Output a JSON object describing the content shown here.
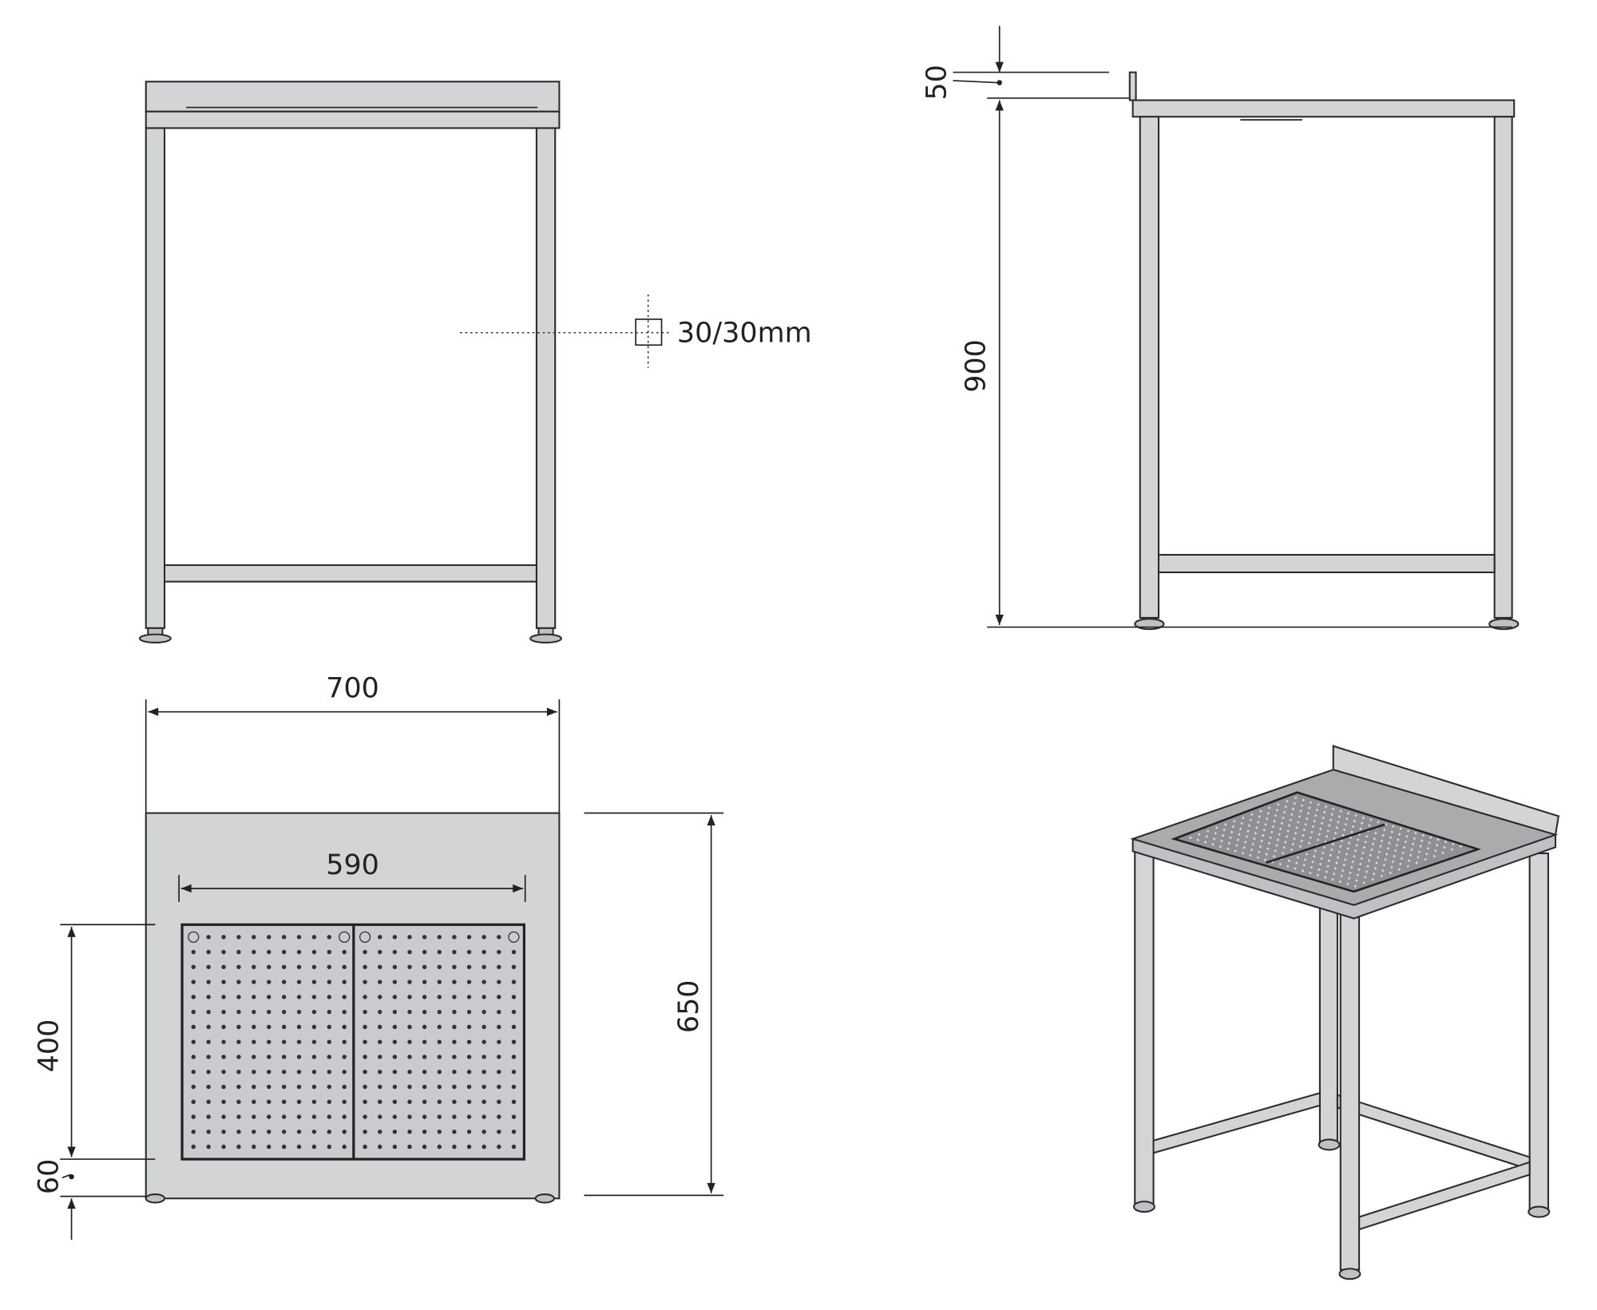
{
  "drawing": {
    "views": [
      "front-view",
      "side-view",
      "top-view",
      "isometric-view"
    ],
    "colors": {
      "steel": "#d2d4d6",
      "line": "#222222",
      "background": "#ffffff"
    },
    "dimensions": {
      "profile": "30/30mm",
      "upstand_height": "50",
      "height": "900",
      "width": "700",
      "grid_width": "590",
      "grid_depth": "400",
      "grid_offset": "60",
      "depth": "650"
    }
  }
}
